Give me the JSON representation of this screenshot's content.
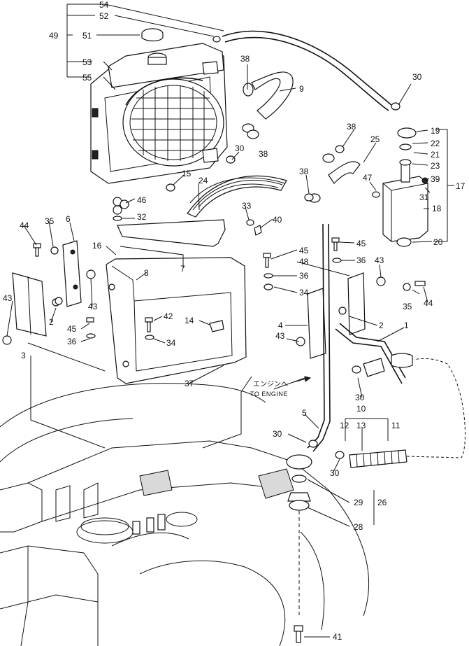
{
  "diagram": {
    "labels": [
      {
        "id": "l54",
        "text": "54"
      },
      {
        "id": "l52",
        "text": "52"
      },
      {
        "id": "l49",
        "text": "49"
      },
      {
        "id": "l51",
        "text": "51"
      },
      {
        "id": "l53",
        "text": "53"
      },
      {
        "id": "l55",
        "text": "55"
      },
      {
        "id": "l38a",
        "text": "38"
      },
      {
        "id": "l9",
        "text": "9"
      },
      {
        "id": "l30a",
        "text": "30"
      },
      {
        "id": "l19",
        "text": "19"
      },
      {
        "id": "l22",
        "text": "22"
      },
      {
        "id": "l21",
        "text": "21"
      },
      {
        "id": "l23",
        "text": "23"
      },
      {
        "id": "l17",
        "text": "17"
      },
      {
        "id": "l39",
        "text": "39"
      },
      {
        "id": "l31",
        "text": "31"
      },
      {
        "id": "l18",
        "text": "18"
      },
      {
        "id": "l20",
        "text": "20"
      },
      {
        "id": "l38b",
        "text": "38"
      },
      {
        "id": "l25",
        "text": "25"
      },
      {
        "id": "l38c",
        "text": "38"
      },
      {
        "id": "l38d",
        "text": "38"
      },
      {
        "id": "l47",
        "text": "47"
      },
      {
        "id": "l30b",
        "text": "30"
      },
      {
        "id": "l15",
        "text": "15"
      },
      {
        "id": "l24",
        "text": "24"
      },
      {
        "id": "l46",
        "text": "46"
      },
      {
        "id": "l32",
        "text": "32"
      },
      {
        "id": "l33",
        "text": "33"
      },
      {
        "id": "l40",
        "text": "40"
      },
      {
        "id": "l44a",
        "text": "44"
      },
      {
        "id": "l35a",
        "text": "35"
      },
      {
        "id": "l6",
        "text": "6"
      },
      {
        "id": "l16",
        "text": "16"
      },
      {
        "id": "l7",
        "text": "7"
      },
      {
        "id": "l45a",
        "text": "45"
      },
      {
        "id": "l45b",
        "text": "45"
      },
      {
        "id": "l36a",
        "text": "36"
      },
      {
        "id": "l36b",
        "text": "36"
      },
      {
        "id": "l48",
        "text": "48"
      },
      {
        "id": "l43a",
        "text": "43"
      },
      {
        "id": "l34a",
        "text": "34"
      },
      {
        "id": "l35b",
        "text": "35"
      },
      {
        "id": "l44b",
        "text": "44"
      },
      {
        "id": "l8",
        "text": "8"
      },
      {
        "id": "l43b",
        "text": "43"
      },
      {
        "id": "l43c",
        "text": "43"
      },
      {
        "id": "l2a",
        "text": "2"
      },
      {
        "id": "l42",
        "text": "42"
      },
      {
        "id": "l14",
        "text": "14"
      },
      {
        "id": "l4",
        "text": "4"
      },
      {
        "id": "l2b",
        "text": "2"
      },
      {
        "id": "l1",
        "text": "1"
      },
      {
        "id": "l45c",
        "text": "45"
      },
      {
        "id": "l36c",
        "text": "36"
      },
      {
        "id": "l34b",
        "text": "34"
      },
      {
        "id": "l43d",
        "text": "43"
      },
      {
        "id": "l3",
        "text": "3"
      },
      {
        "id": "l37",
        "text": "37"
      },
      {
        "id": "l30c",
        "text": "30"
      },
      {
        "id": "l10",
        "text": "10"
      },
      {
        "id": "l12",
        "text": "12"
      },
      {
        "id": "l13",
        "text": "13"
      },
      {
        "id": "l11",
        "text": "11"
      },
      {
        "id": "l5",
        "text": "5"
      },
      {
        "id": "l30d",
        "text": "30"
      },
      {
        "id": "l30e",
        "text": "30"
      },
      {
        "id": "l29",
        "text": "29"
      },
      {
        "id": "l26",
        "text": "26"
      },
      {
        "id": "l28",
        "text": "28"
      },
      {
        "id": "l41",
        "text": "41"
      }
    ],
    "engine_note_jp": "エンジンへ",
    "engine_note_en": "TO ENGINE"
  }
}
